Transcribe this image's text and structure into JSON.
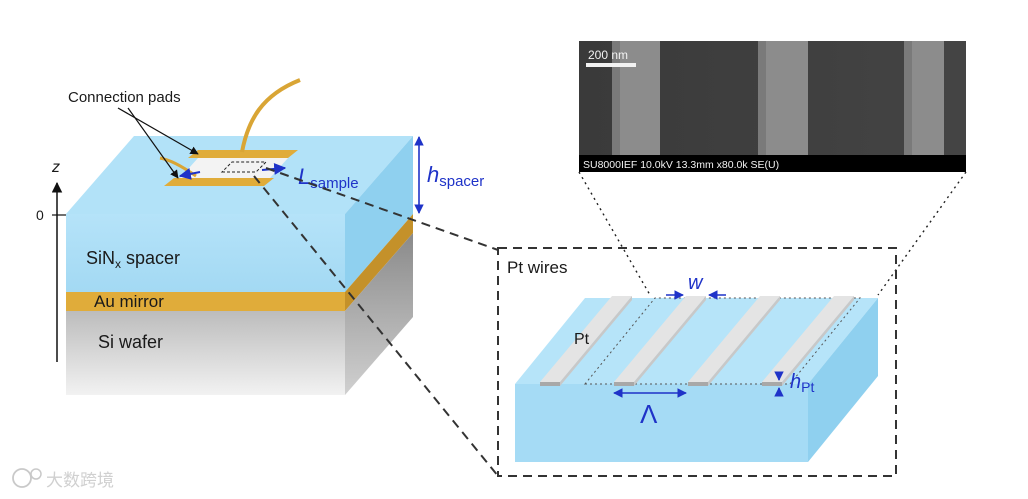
{
  "labels": {
    "connection_pads": "Connection pads",
    "z_axis": "z",
    "zero": "0",
    "L": "L",
    "L_sub": "sample",
    "h": "h",
    "h_sub": "spacer",
    "sin_main": "SiN",
    "sin_sub": "x",
    "sin_rest": " spacer",
    "au_mirror": "Au mirror",
    "si_wafer": "Si wafer",
    "pt_wires": "Pt wires",
    "w": "w",
    "pt": "Pt",
    "lambda": "Λ",
    "hpt": "h",
    "hpt_sub": "Pt"
  },
  "sem": {
    "scale_bar": "200 nm",
    "info": "SU8000IEF 10.0kV 13.3mm x80.0k SE(U)"
  },
  "watermark": {
    "text": "大数跨境"
  },
  "colors": {
    "spacer_blue": "#aee0f7",
    "gold": "#e0ac3a",
    "annotation_blue": "#1f33c8"
  }
}
